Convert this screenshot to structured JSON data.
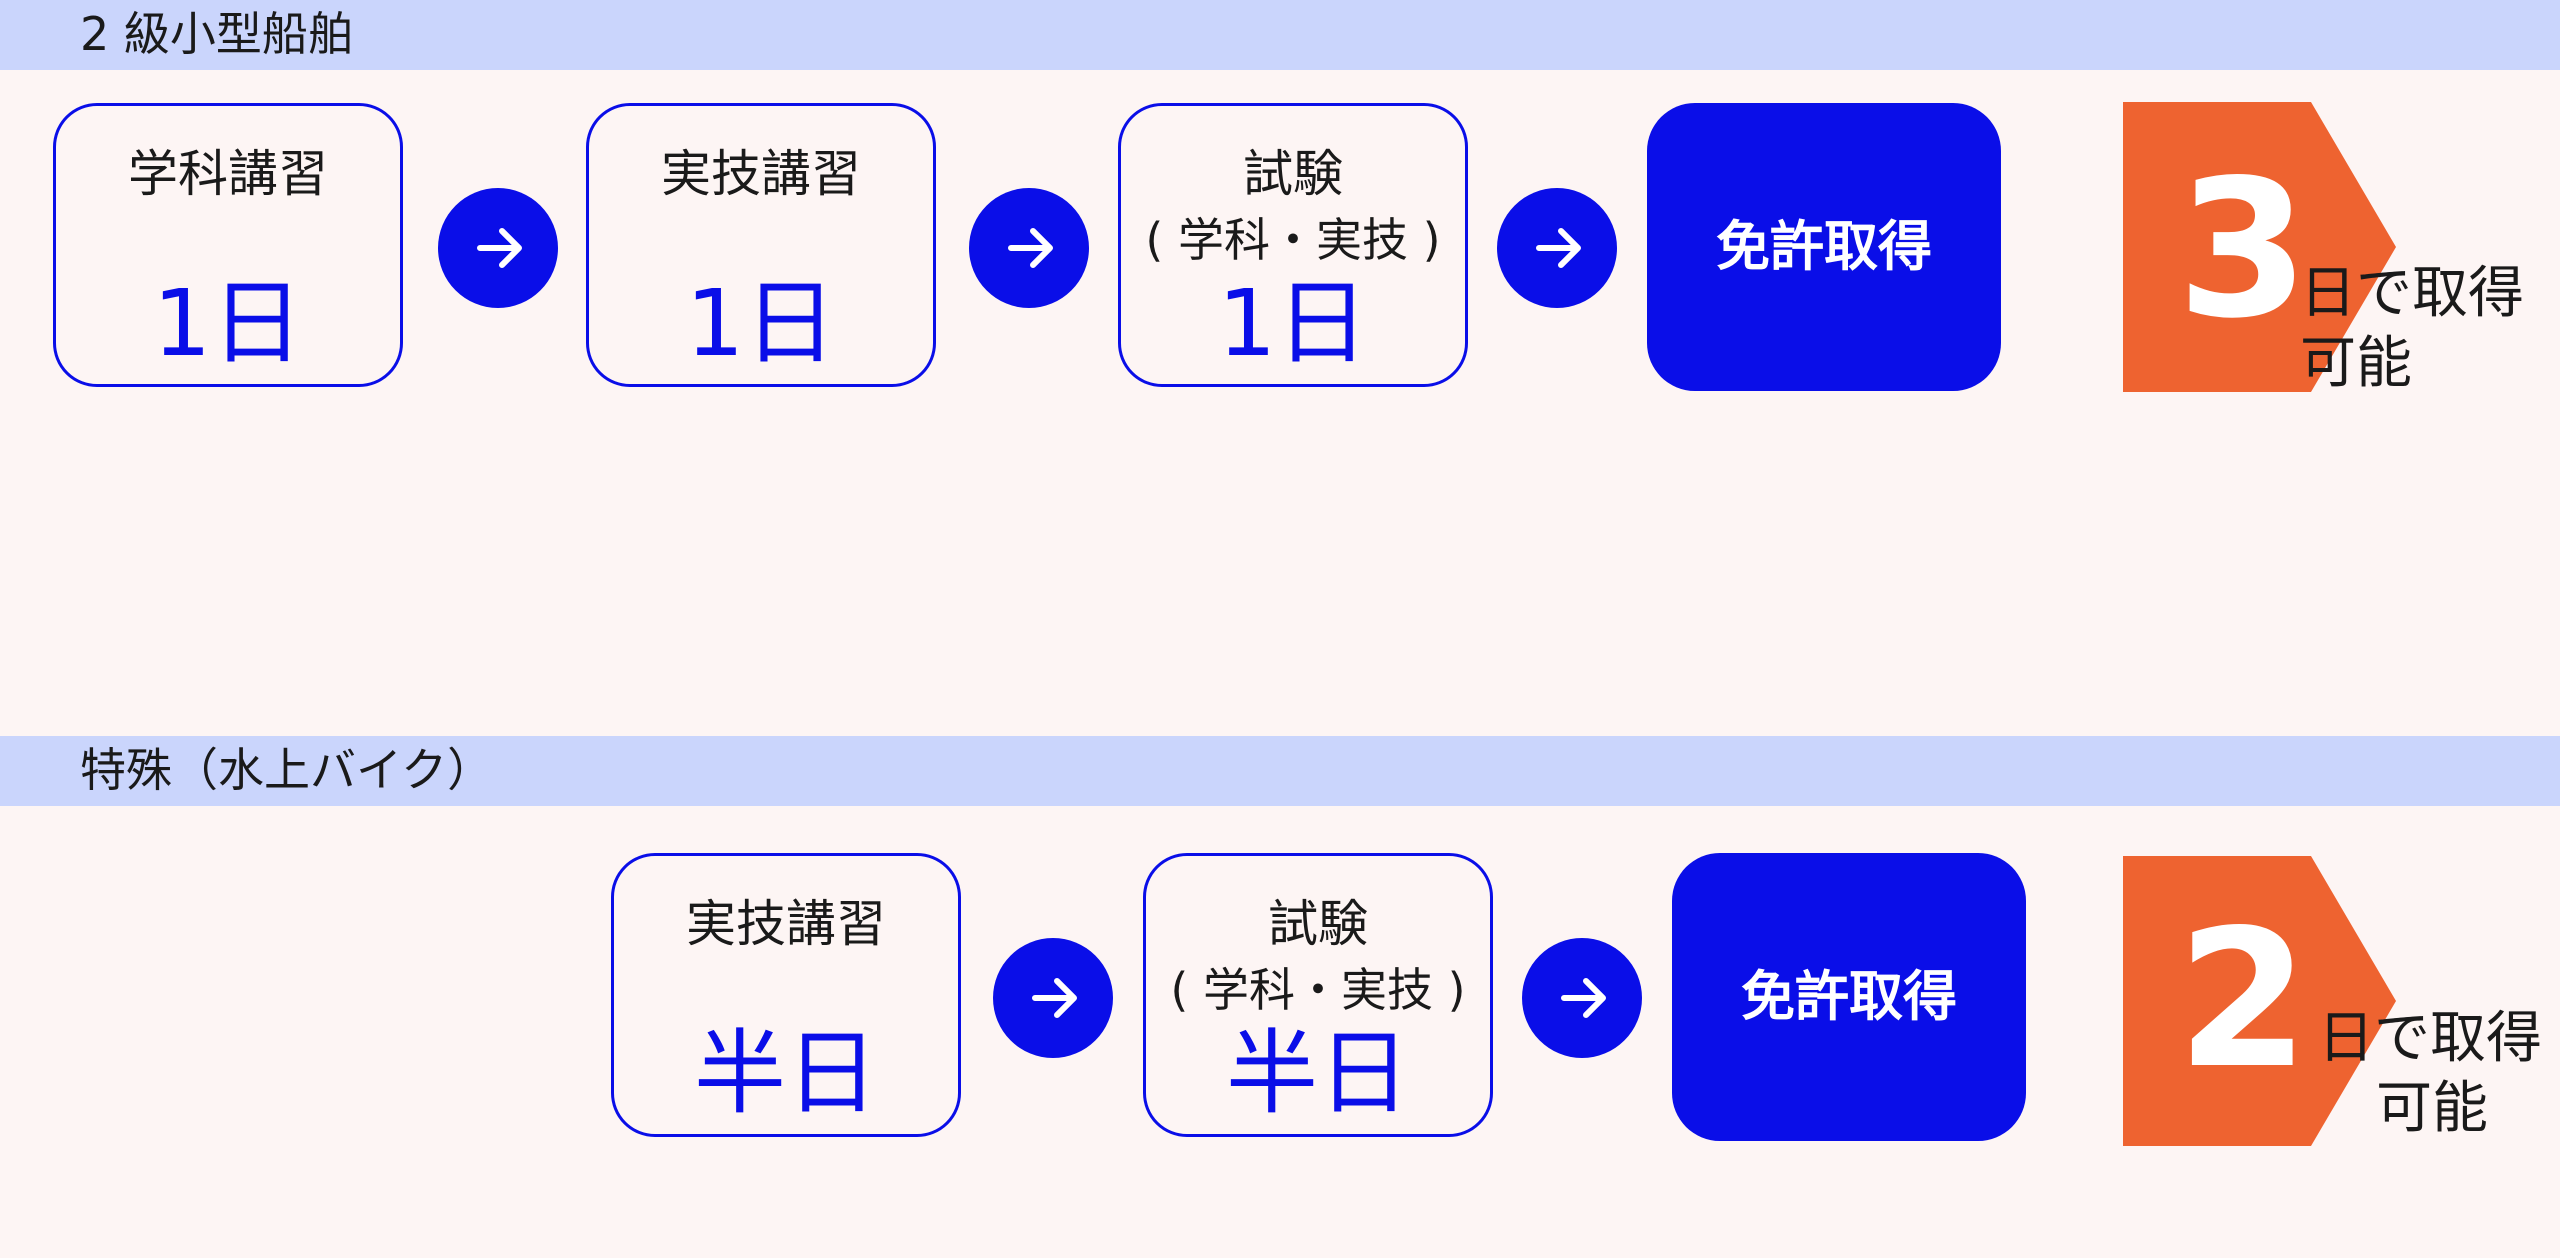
{
  "colors": {
    "background": "#fdf5f4",
    "header_band": "#cad5fc",
    "accent_blue": "#0a0ee8",
    "badge_orange": "#ee6330",
    "text": "#1a1a1a"
  },
  "sections": [
    {
      "title": "2 級小型船舶",
      "steps": [
        {
          "label": "学科講習",
          "sub": "",
          "duration": "1日"
        },
        {
          "label": "実技講習",
          "sub": "",
          "duration": "1日"
        },
        {
          "label": "試験",
          "sub": "( 学科・実技 )",
          "duration": "1日"
        }
      ],
      "final": "免許取得",
      "badge": {
        "number": "3",
        "text_line1": "日で取得",
        "text_line2": "可能"
      }
    },
    {
      "title": "特殊（水上バイク）",
      "steps": [
        {
          "label": "実技講習",
          "sub": "",
          "duration": "半日"
        },
        {
          "label": "試験",
          "sub": "( 学科・実技 )",
          "duration": "半日"
        }
      ],
      "final": "免許取得",
      "badge": {
        "number": "2",
        "text_line1": "日で取得",
        "text_line2": "可能"
      }
    }
  ],
  "icons": {
    "arrow": "arrow-right-icon"
  }
}
